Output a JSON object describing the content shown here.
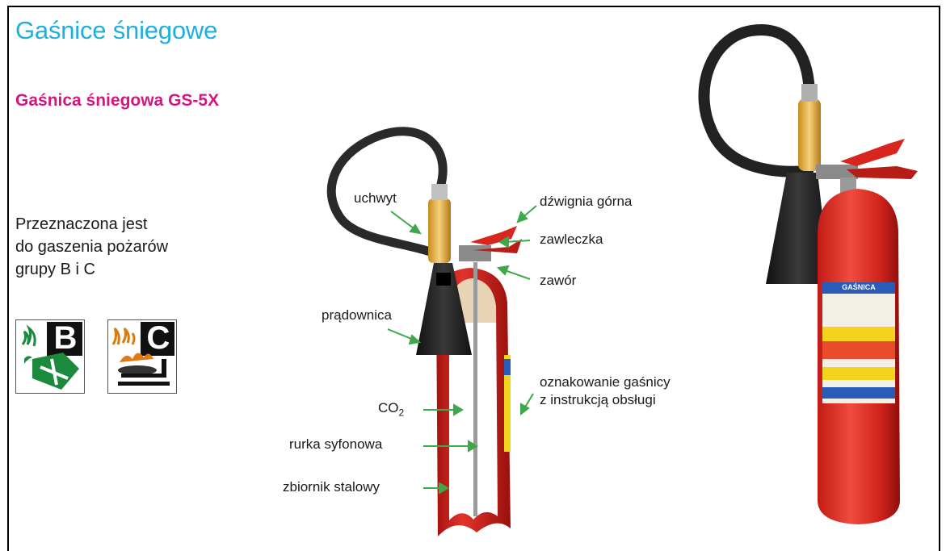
{
  "title": "Gaśnice śniegowe",
  "subtitle": "Gaśnica śniegowa GS-5X",
  "description": [
    "Przeznaczona jest",
    "do gaszenia pożarów",
    "grupy B i C"
  ],
  "fire_classes": [
    {
      "letter": "B",
      "icon": "liquid-fire-class-icon"
    },
    {
      "letter": "C",
      "icon": "gas-fire-class-icon"
    }
  ],
  "diagram_labels": {
    "handle": "uchwyt",
    "upper_lever": "dźwignia górna",
    "pin": "zawleczka",
    "valve": "zawór",
    "nozzle": "prądownica",
    "marking_line1": "oznakowanie gaśnicy",
    "marking_line2": "z instrukcją obsługi",
    "co2_main": "CO",
    "co2_sub": "2",
    "siphon": "rurka syfonowa",
    "tank": "zbiornik stalowy"
  },
  "product_label": {
    "brand": "GAŚNICA"
  },
  "colors": {
    "title": "#1eb0dc",
    "subtitle": "#d4177f",
    "arrow": "#3ea84a",
    "extinguisher_red": "#d8261f"
  }
}
